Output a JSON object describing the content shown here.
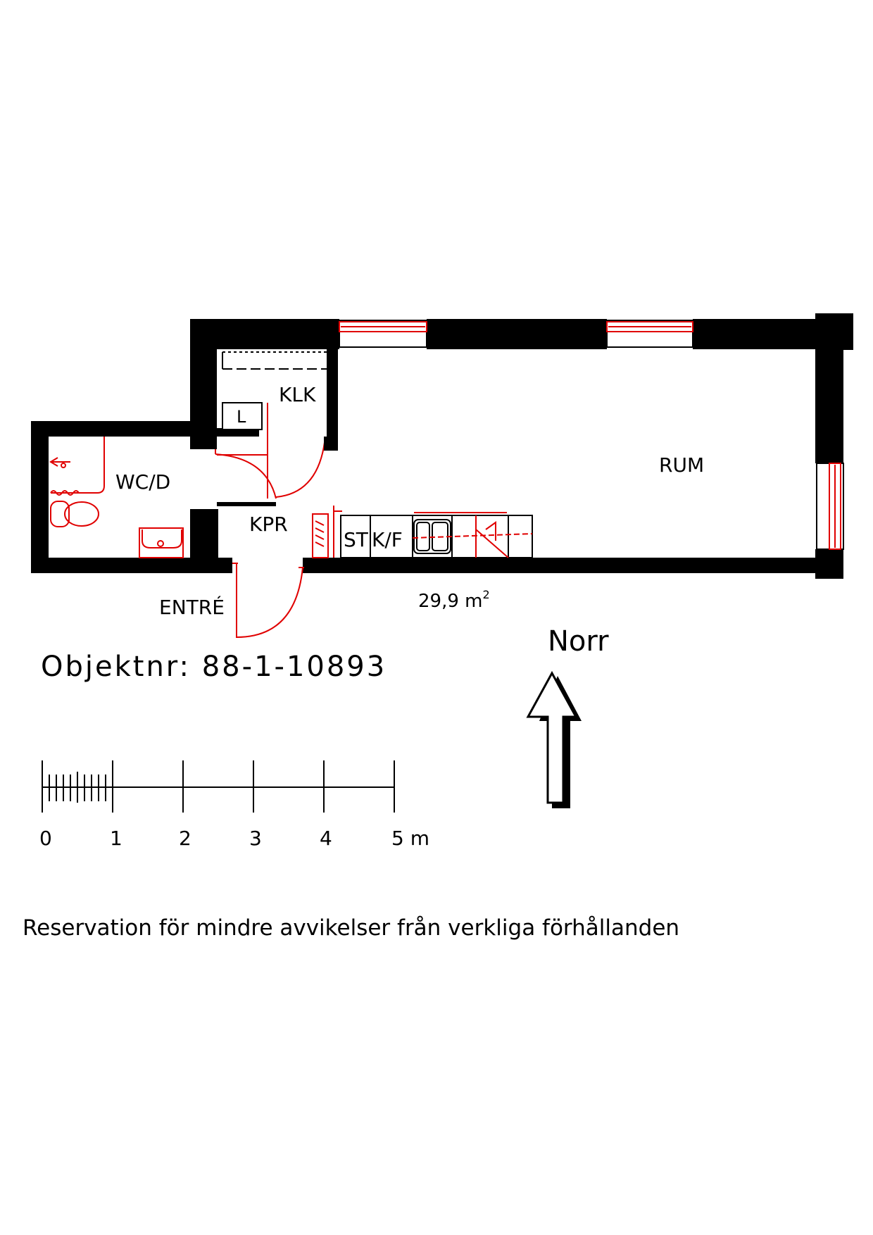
{
  "rooms": {
    "klk": "KLK",
    "wcd": "WC/D",
    "kpr": "KPR",
    "entre": "ENTRÉ",
    "rum": "RUM"
  },
  "fixtures": {
    "laundry": "L",
    "stove": "ST",
    "fridge": "K/F"
  },
  "area": {
    "value": "29,9 m",
    "superscript": "2"
  },
  "compass": {
    "label": "Norr"
  },
  "object_number": "Objektnr: 88-1-10893",
  "scale": {
    "ticks": [
      "0",
      "1",
      "2",
      "3",
      "4",
      "5 m"
    ]
  },
  "disclaimer": "Reservation för mindre avvikelser från verkliga förhållanden",
  "colors": {
    "walls": "#000000",
    "fixtures": "#e00000",
    "background": "#ffffff"
  }
}
